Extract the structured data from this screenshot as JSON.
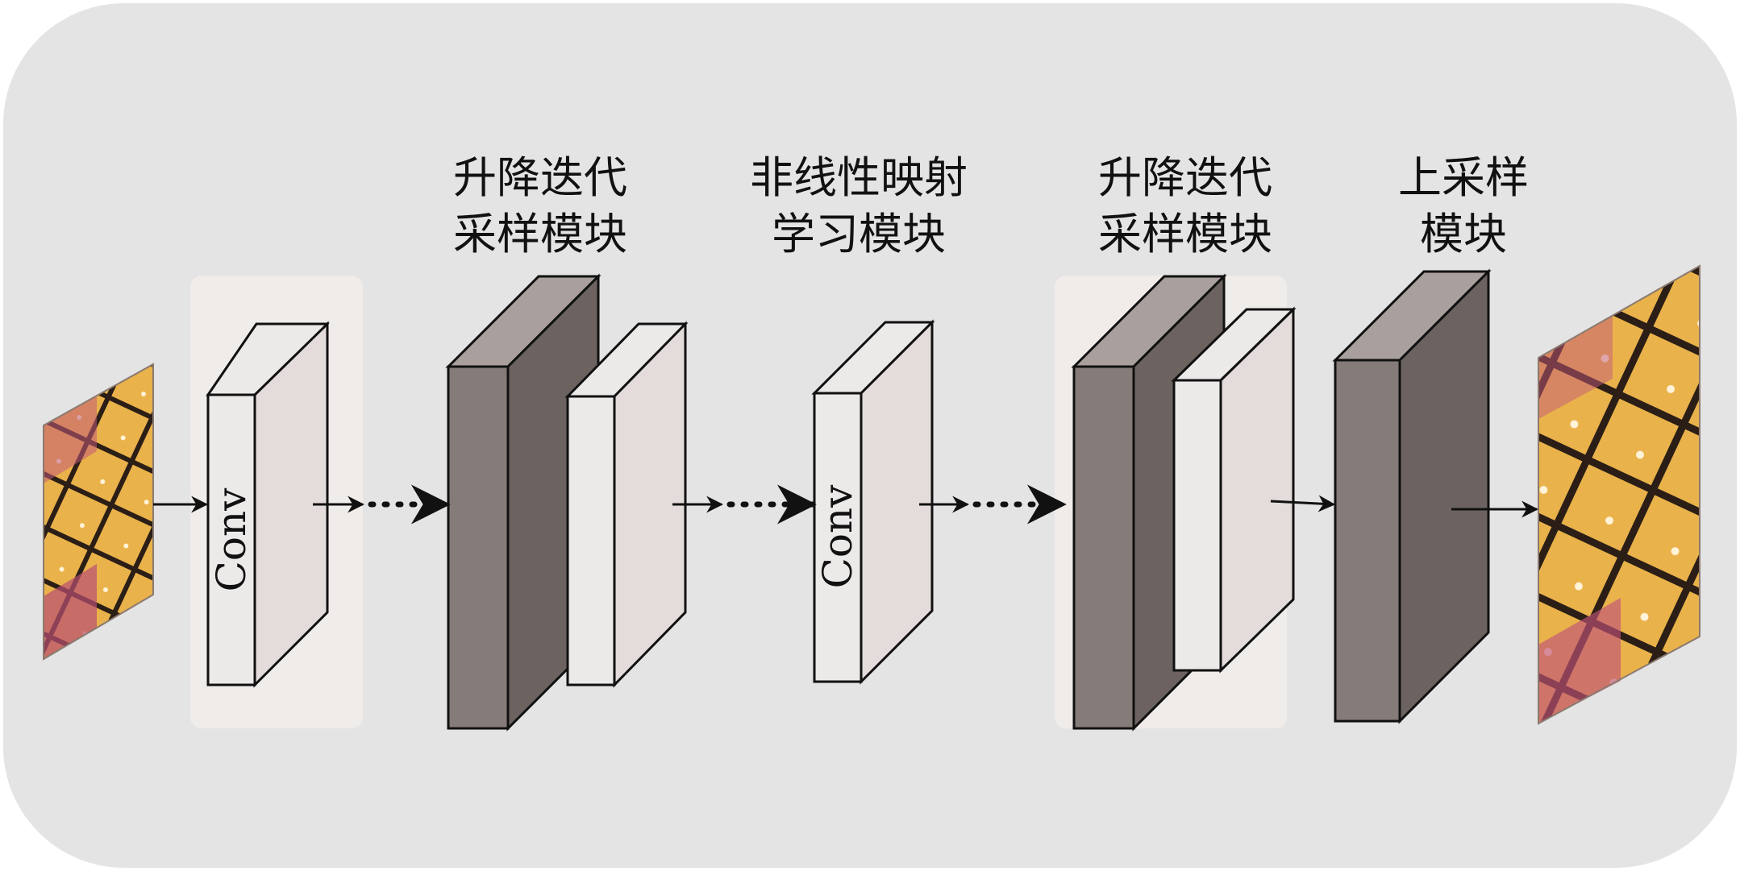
{
  "labels": {
    "updown_1_line1": "升降迭代",
    "updown_1_line2": "采样模块",
    "nonlinear_line1": "非线性映射",
    "nonlinear_line2": "学习模块",
    "updown_2_line1": "升降迭代",
    "updown_2_line2": "采样模块",
    "upsample_line1": "上采样",
    "upsample_line2": "模块"
  },
  "blocks": {
    "conv_first": "Conv",
    "conv_middle": "Conv"
  },
  "colors": {
    "background": "#e5e4e4",
    "highlight": "#f0ecea",
    "dark_front": "#857b78",
    "dark_side": "#6c6360",
    "dark_top": "#a9a09d",
    "light_front": "#ece9e9",
    "light_side": "#e3dcdb"
  },
  "icons": {
    "input": "butterfly-image-low-res",
    "output": "butterfly-image-high-res"
  }
}
